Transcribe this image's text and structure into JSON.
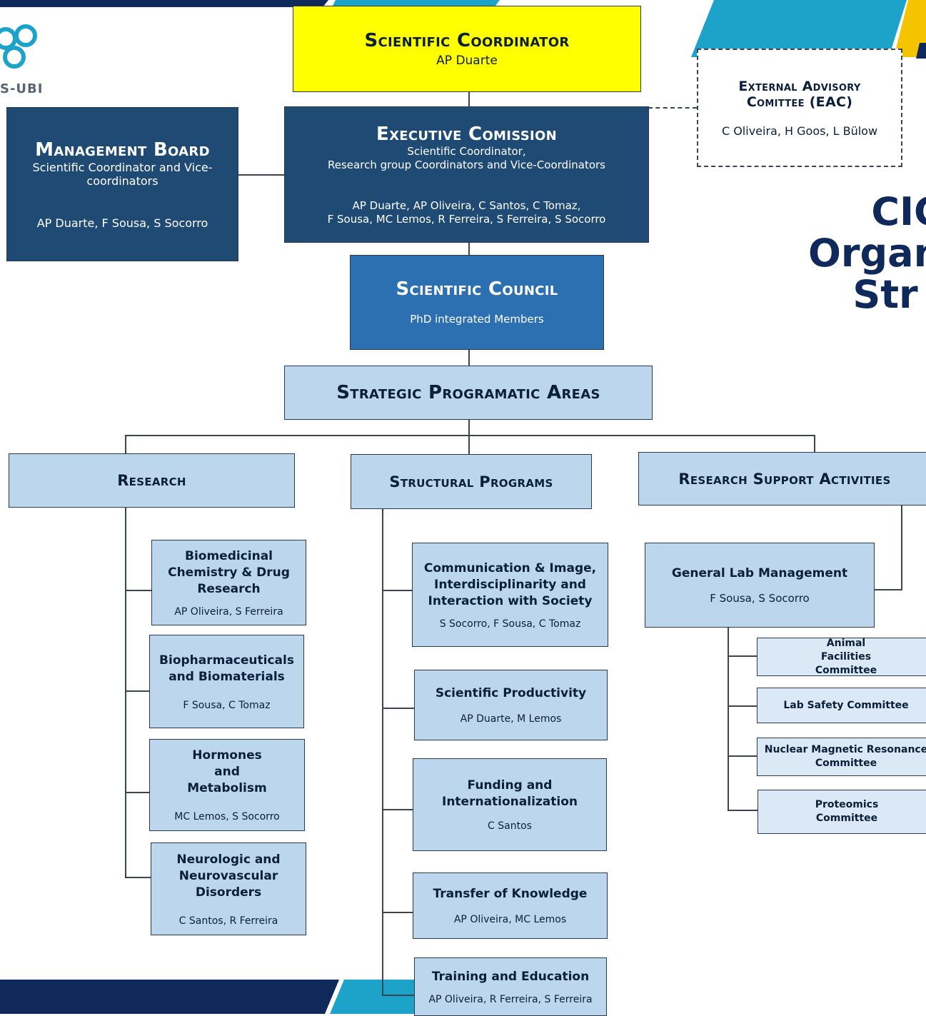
{
  "logo": {
    "text": "S-UBI"
  },
  "page_title": {
    "line1": "CIC",
    "line2": "Organ",
    "line3": "Str"
  },
  "scientific_coordinator": {
    "title": "Scientific Coordinator",
    "members": "AP Duarte"
  },
  "external_advisory": {
    "title_line1": "External Advisory",
    "title_line2": "Comittee (EAC)",
    "members": "C Oliveira, H Goos, L Bülow"
  },
  "management_board": {
    "title": "Management Board",
    "desc": "Scientific Coordinator and Vice-coordinators",
    "members": "AP Duarte, F Sousa, S Socorro"
  },
  "executive_comission": {
    "title": "Executive Comission",
    "desc_line1": "Scientific Coordinator,",
    "desc_line2": "Research group Coordinators and Vice-Coordinators",
    "members_line1": "AP Duarte, AP Oliveira, C Santos, C Tomaz,",
    "members_line2": "F Sousa, MC Lemos, R Ferreira, S Ferreira, S Socorro"
  },
  "scientific_council": {
    "title": "Scientific Council",
    "desc": "PhD integrated Members"
  },
  "strategic_areas": {
    "title": "Strategic Programatic Areas"
  },
  "branches": {
    "research": "Research",
    "structural": "Structural Programs",
    "support": "Research Support Activities"
  },
  "research_groups": [
    {
      "name": "Biomedicinal Chemistry & Drug Research",
      "members": "AP Oliveira, S Ferreira"
    },
    {
      "name": "Biopharmaceuticals and Biomaterials",
      "members": "F Sousa, C Tomaz"
    },
    {
      "name": "Hormones and Metabolism",
      "members": "MC Lemos, S Socorro"
    },
    {
      "name": "Neurologic and Neurovascular Disorders",
      "members": "C Santos, R Ferreira"
    }
  ],
  "structural_programs": [
    {
      "name": "Communication & Image, Interdisciplinarity and Interaction with Society",
      "members": "S Socorro, F Sousa, C Tomaz"
    },
    {
      "name": "Scientific Productivity",
      "members": "AP Duarte, M Lemos"
    },
    {
      "name": "Funding and Internationalization",
      "members": "C Santos"
    },
    {
      "name": "Transfer of Knowledge",
      "members": "AP Oliveira, MC Lemos"
    },
    {
      "name": "Training and Education",
      "members": "AP Oliveira, R Ferreira, S Ferreira"
    }
  ],
  "lab_management": {
    "name": "General Lab Management",
    "members": "F Sousa, S Socorro"
  },
  "committees": [
    {
      "name": "Animal Facilities Committee"
    },
    {
      "name": "Lab Safety Committee"
    },
    {
      "name": "Nuclear Magnetic Resonance Committee"
    },
    {
      "name": "Proteomics Committee"
    }
  ],
  "colors": {
    "navy": "#0f2a5a",
    "dark_box": "#1f4a73",
    "mid_box": "#2d70b2",
    "light_box": "#bcd6ee",
    "pale_box": "#dbe8f5",
    "yellow": "#ffff00",
    "teal": "#1da3c9",
    "gold": "#f5c400"
  }
}
